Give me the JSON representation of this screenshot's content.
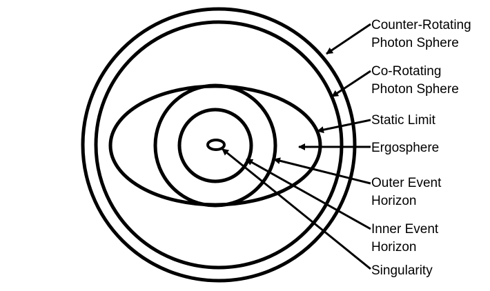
{
  "labels": {
    "counter_rotating_photon_sphere": [
      "Counter-Rotating",
      "Photon Sphere"
    ],
    "co_rotating_photon_sphere": [
      "Co-Rotating",
      "Photon Sphere"
    ],
    "static_limit": [
      "Static Limit"
    ],
    "ergosphere": [
      "Ergosphere"
    ],
    "outer_event_horizon": [
      "Outer Event",
      "Horizon"
    ],
    "inner_event_horizon": [
      "Inner Event",
      "Horizon"
    ],
    "singularity": [
      "Singularity"
    ]
  },
  "colors": {
    "stroke": "#000000",
    "background": "#ffffff"
  }
}
